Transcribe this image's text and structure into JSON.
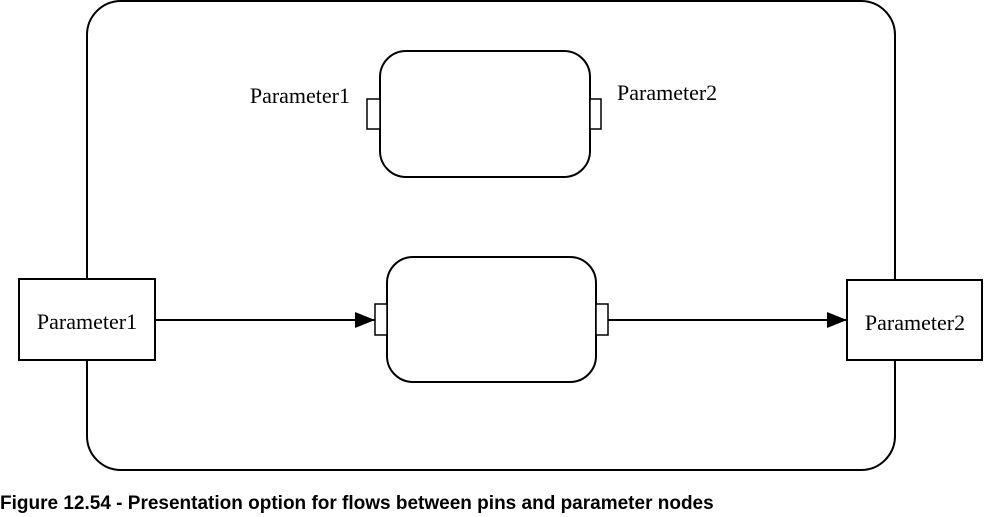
{
  "diagram": {
    "top_action": {
      "left_pin_label": "Parameter1",
      "right_pin_label": "Parameter2"
    },
    "left_parameter_node": {
      "label": "Parameter1"
    },
    "right_parameter_node": {
      "label": "Parameter2"
    }
  },
  "caption": "Figure 12.54 - Presentation option for flows between pins and parameter nodes"
}
